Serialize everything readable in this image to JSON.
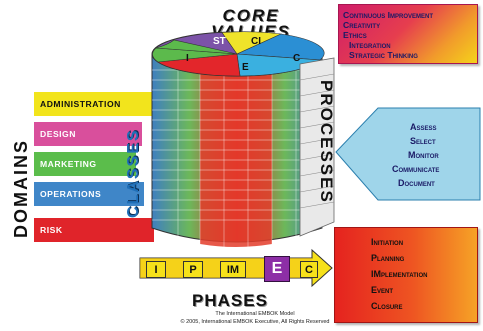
{
  "core_values": {
    "title_line1": "CORE",
    "title_line2": "VALUES",
    "cylinder_top": [
      "ST",
      "CI",
      "I",
      "E",
      "C"
    ],
    "list": [
      "Continuous Improvement",
      "Creativity",
      "Ethics",
      "Integration",
      "Strategic Thinking"
    ]
  },
  "domains": {
    "title": "DOMAINS",
    "items": [
      "ADMINISTRATION",
      "DESIGN",
      "MARKETING",
      "OPERATIONS",
      "RISK"
    ]
  },
  "classes": {
    "title": "CLASSES"
  },
  "processes": {
    "title": "PROCESSES",
    "items": [
      "Assess",
      "Select",
      "Monitor",
      "Communicate",
      "Document"
    ]
  },
  "phases": {
    "title": "PHASES",
    "arrow_labels": [
      "I",
      "P",
      "IM",
      "E",
      "C"
    ],
    "list": [
      "Initiation",
      "Planning",
      "IMplementation",
      "Event",
      "Closure"
    ]
  },
  "footer": {
    "line1": "The International EMBOK Model",
    "line2": "© 2005, International EMBOK Executive, All Rights Reserved"
  },
  "colors": {
    "administration": "#f2e41c",
    "design": "#d94f9c",
    "marketing": "#5bbd4b",
    "operations": "#3f86c8",
    "risk": "#e0242a"
  }
}
